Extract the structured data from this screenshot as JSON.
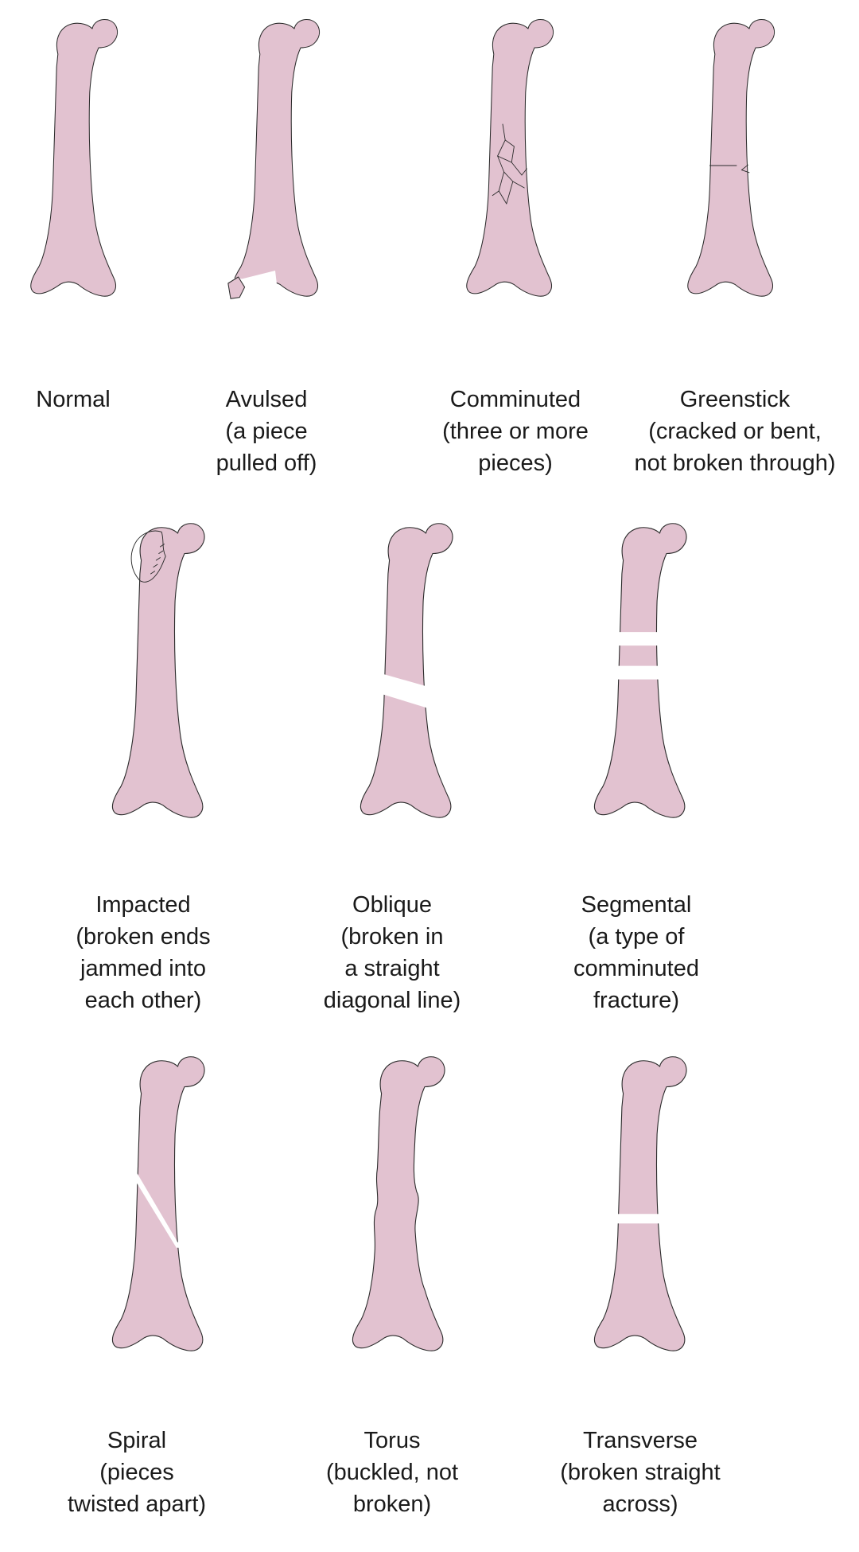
{
  "colors": {
    "bone_fill": "#e2c2d0",
    "outline": "#2b2b2b",
    "text": "#1a1a1a",
    "background": "#ffffff"
  },
  "fractures": [
    {
      "id": "normal",
      "lines": [
        "Normal"
      ]
    },
    {
      "id": "avulsed",
      "lines": [
        "Avulsed",
        "(a piece",
        "pulled off)"
      ]
    },
    {
      "id": "comminuted",
      "lines": [
        "Comminuted",
        "(three or more",
        "pieces)"
      ]
    },
    {
      "id": "greenstick",
      "lines": [
        "Greenstick",
        "(cracked or bent,",
        "not broken through)"
      ]
    },
    {
      "id": "impacted",
      "lines": [
        "Impacted",
        "(broken ends",
        "jammed into",
        "each other)"
      ]
    },
    {
      "id": "oblique",
      "lines": [
        "Oblique",
        "(broken in",
        "a straight",
        "diagonal line)"
      ]
    },
    {
      "id": "segmental",
      "lines": [
        "Segmental",
        "(a type of",
        "comminuted",
        "fracture)"
      ]
    },
    {
      "id": "spiral",
      "lines": [
        "Spiral",
        "(pieces",
        "twisted apart)"
      ]
    },
    {
      "id": "torus",
      "lines": [
        "Torus",
        "(buckled, not",
        "broken)"
      ]
    },
    {
      "id": "transverse",
      "lines": [
        "Transverse",
        "(broken straight",
        "across)"
      ]
    }
  ]
}
